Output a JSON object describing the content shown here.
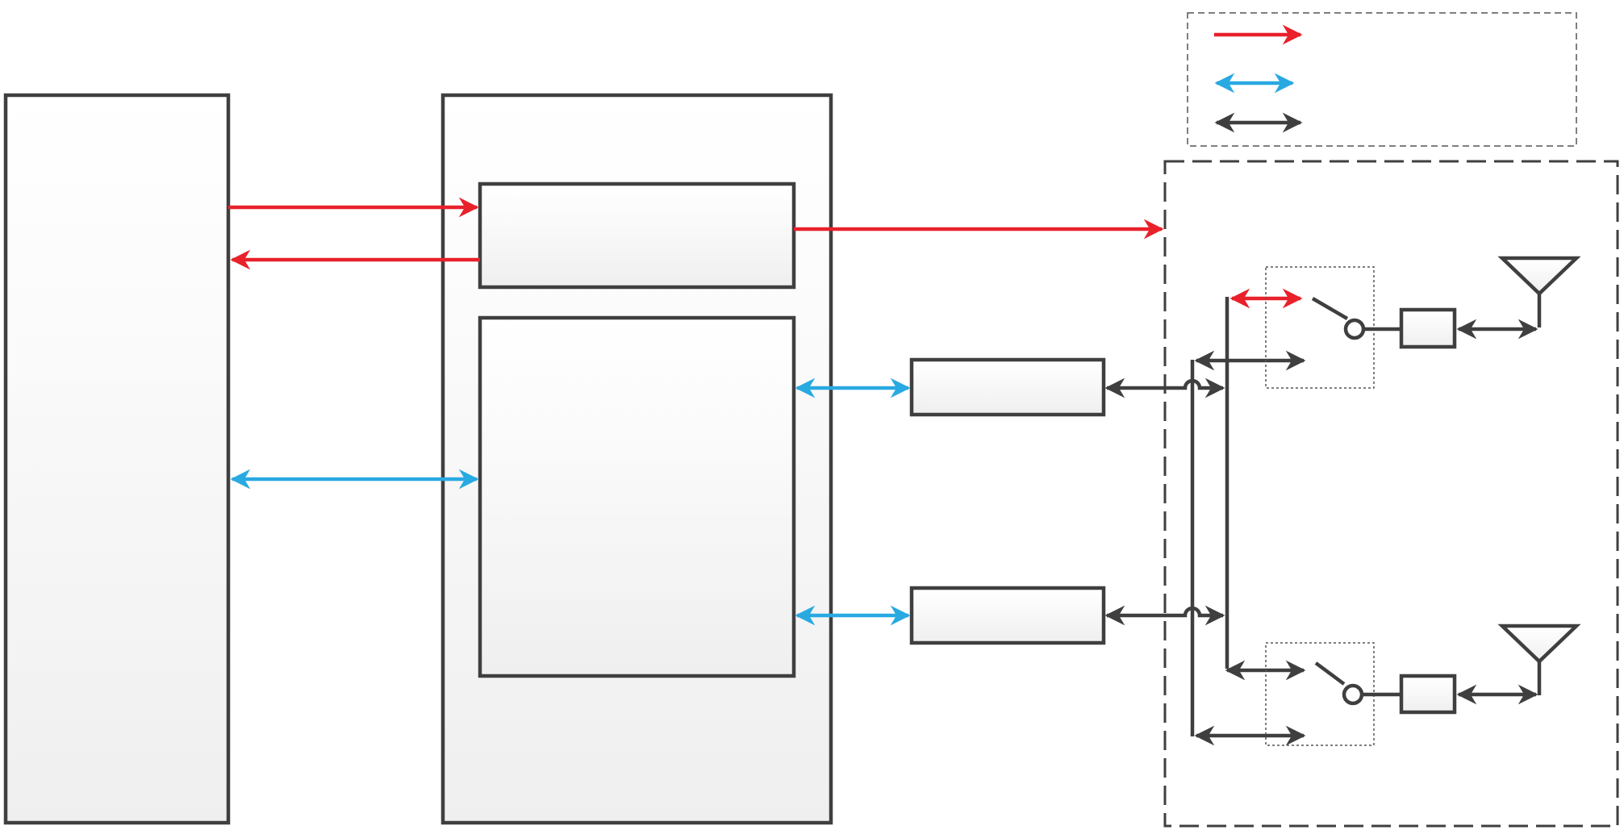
{
  "colors": {
    "control_arrow": "#e8212b",
    "data_arrow": "#29a9e1",
    "rf_arrow": "#3f3f3f",
    "block_stroke": "#3f3f3f",
    "block_fill_top": "#ffffff",
    "block_fill_bottom": "#efefef",
    "background": "#ffffff"
  },
  "legend": {
    "items": [
      {
        "icon": "single-headed-arrow",
        "color": "#e8212b",
        "label": ""
      },
      {
        "icon": "double-headed-arrow",
        "color": "#29a9e1",
        "label": ""
      },
      {
        "icon": "double-headed-arrow",
        "color": "#3f3f3f",
        "label": ""
      }
    ]
  },
  "blocks": {
    "host": {
      "label": ""
    },
    "main_board": {
      "label": ""
    },
    "controller": {
      "label": ""
    },
    "transceiver": {
      "label": ""
    },
    "frontend_upper": {
      "label": ""
    },
    "frontend_lower": {
      "label": ""
    },
    "rf_module": {
      "label": ""
    },
    "filter_upper": {
      "label": ""
    },
    "filter_lower": {
      "label": ""
    }
  },
  "icons": {
    "antenna": "antenna-icon",
    "switch": "rf-switch-icon"
  }
}
